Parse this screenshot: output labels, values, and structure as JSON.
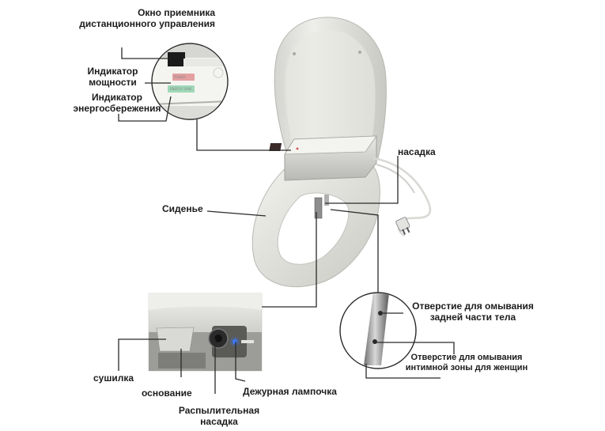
{
  "labels": {
    "remote_window": [
      "Окно приемника",
      "дистанционного управления"
    ],
    "power_indicator": [
      "Индикатор",
      "мощности"
    ],
    "energy_indicator": [
      "Индикатор",
      "энергосбережения"
    ],
    "nozzle": "насадка",
    "seat": "Сиденье",
    "rear_wash_hole": [
      "Отверстие для омывания",
      "задней части тела"
    ],
    "feminine_wash_hole": [
      "Отверстие для омывания",
      "интимной зоны для женщин"
    ],
    "dryer": "сушилка",
    "base": "основание",
    "night_light": "Дежурная лампочка",
    "spray_nozzle": [
      "Распылительная",
      "насадка"
    ]
  },
  "colors": {
    "seat": "#e7e8e3",
    "seat_shadow": "#c9cac4",
    "housing": "#d7d8d4",
    "leader_line": "#2a2a2a",
    "indicator_red": "#e4a0a0",
    "indicator_green": "#9fd8b8",
    "night_light": "#3a7bff"
  }
}
